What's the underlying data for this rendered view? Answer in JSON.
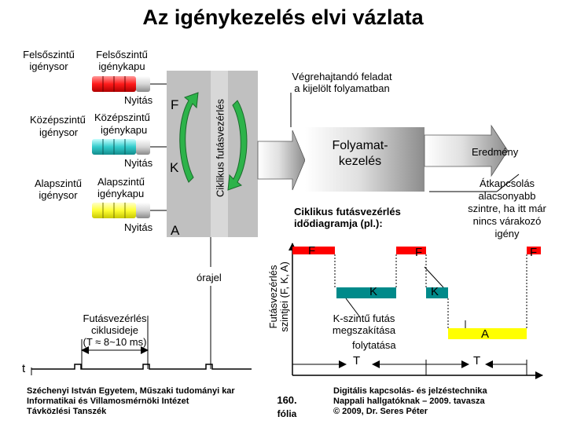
{
  "title": "Az igénykezelés elvi vázlata",
  "queues": {
    "upper_queue": [
      "Felsőszintű",
      "igénysor"
    ],
    "upper_port": [
      "Felsőszintű",
      "igénykapu"
    ],
    "mid_queue": [
      "Középszintű",
      "igénysor"
    ],
    "mid_port": [
      "Középszintű",
      "igénykapu"
    ],
    "low_queue": [
      "Alapszintű",
      "igénysor"
    ],
    "low_port": [
      "Alapszintű",
      "igénykapu"
    ],
    "open_label": "Nyitás",
    "colors": {
      "upper": "#ff1a1a",
      "mid": "#33cccc",
      "low": "#ffff33"
    }
  },
  "levels": {
    "F": "F",
    "K": "K",
    "A": "A"
  },
  "cycle_label": "Ciklikus futásvezérlés",
  "task_label": [
    "Végrehajtandó feladat",
    "a kijelölt folyamatban"
  ],
  "process": [
    "Folyamat-",
    "kezelés"
  ],
  "result": "Eredmény",
  "switch_note": [
    "Átkapcsolás",
    "alacsonyabb",
    "szintre, ha itt már",
    "nincs várakozó",
    "igény"
  ],
  "timing_title": [
    "Ciklikus futásvezérlés",
    "idődiagramja (pl.):"
  ],
  "timing_axis": [
    "Futásvezérlés",
    "szintjei (F, K, A)"
  ],
  "timing": {
    "F1": "F",
    "F2": "F",
    "F3": "F",
    "K1": "K",
    "K2": "K",
    "A": "A",
    "interrupt": [
      "K-szintű futás",
      "megszakítása"
    ],
    "resume": "folytatása",
    "T1": "T",
    "T2": "T"
  },
  "clock_label": "órajel",
  "cycle_time": [
    "Futásvezérlés",
    "ciklusideje",
    "(T ≈ 8~10 ms)"
  ],
  "t_axis": "t",
  "footer": {
    "left": [
      "Széchenyi István Egyetem, Műszaki tudományi kar",
      "Informatikai és Villamosmérnöki Intézet",
      "Távközlési Tanszék"
    ],
    "slide_no": "160.",
    "slide_word": "fólia",
    "right": [
      "Digitális kapcsolás- és jelzéstechnika",
      "Nappali hallgatóknak – 2009. tavasza",
      "© 2009, Dr. Seres Péter"
    ]
  }
}
